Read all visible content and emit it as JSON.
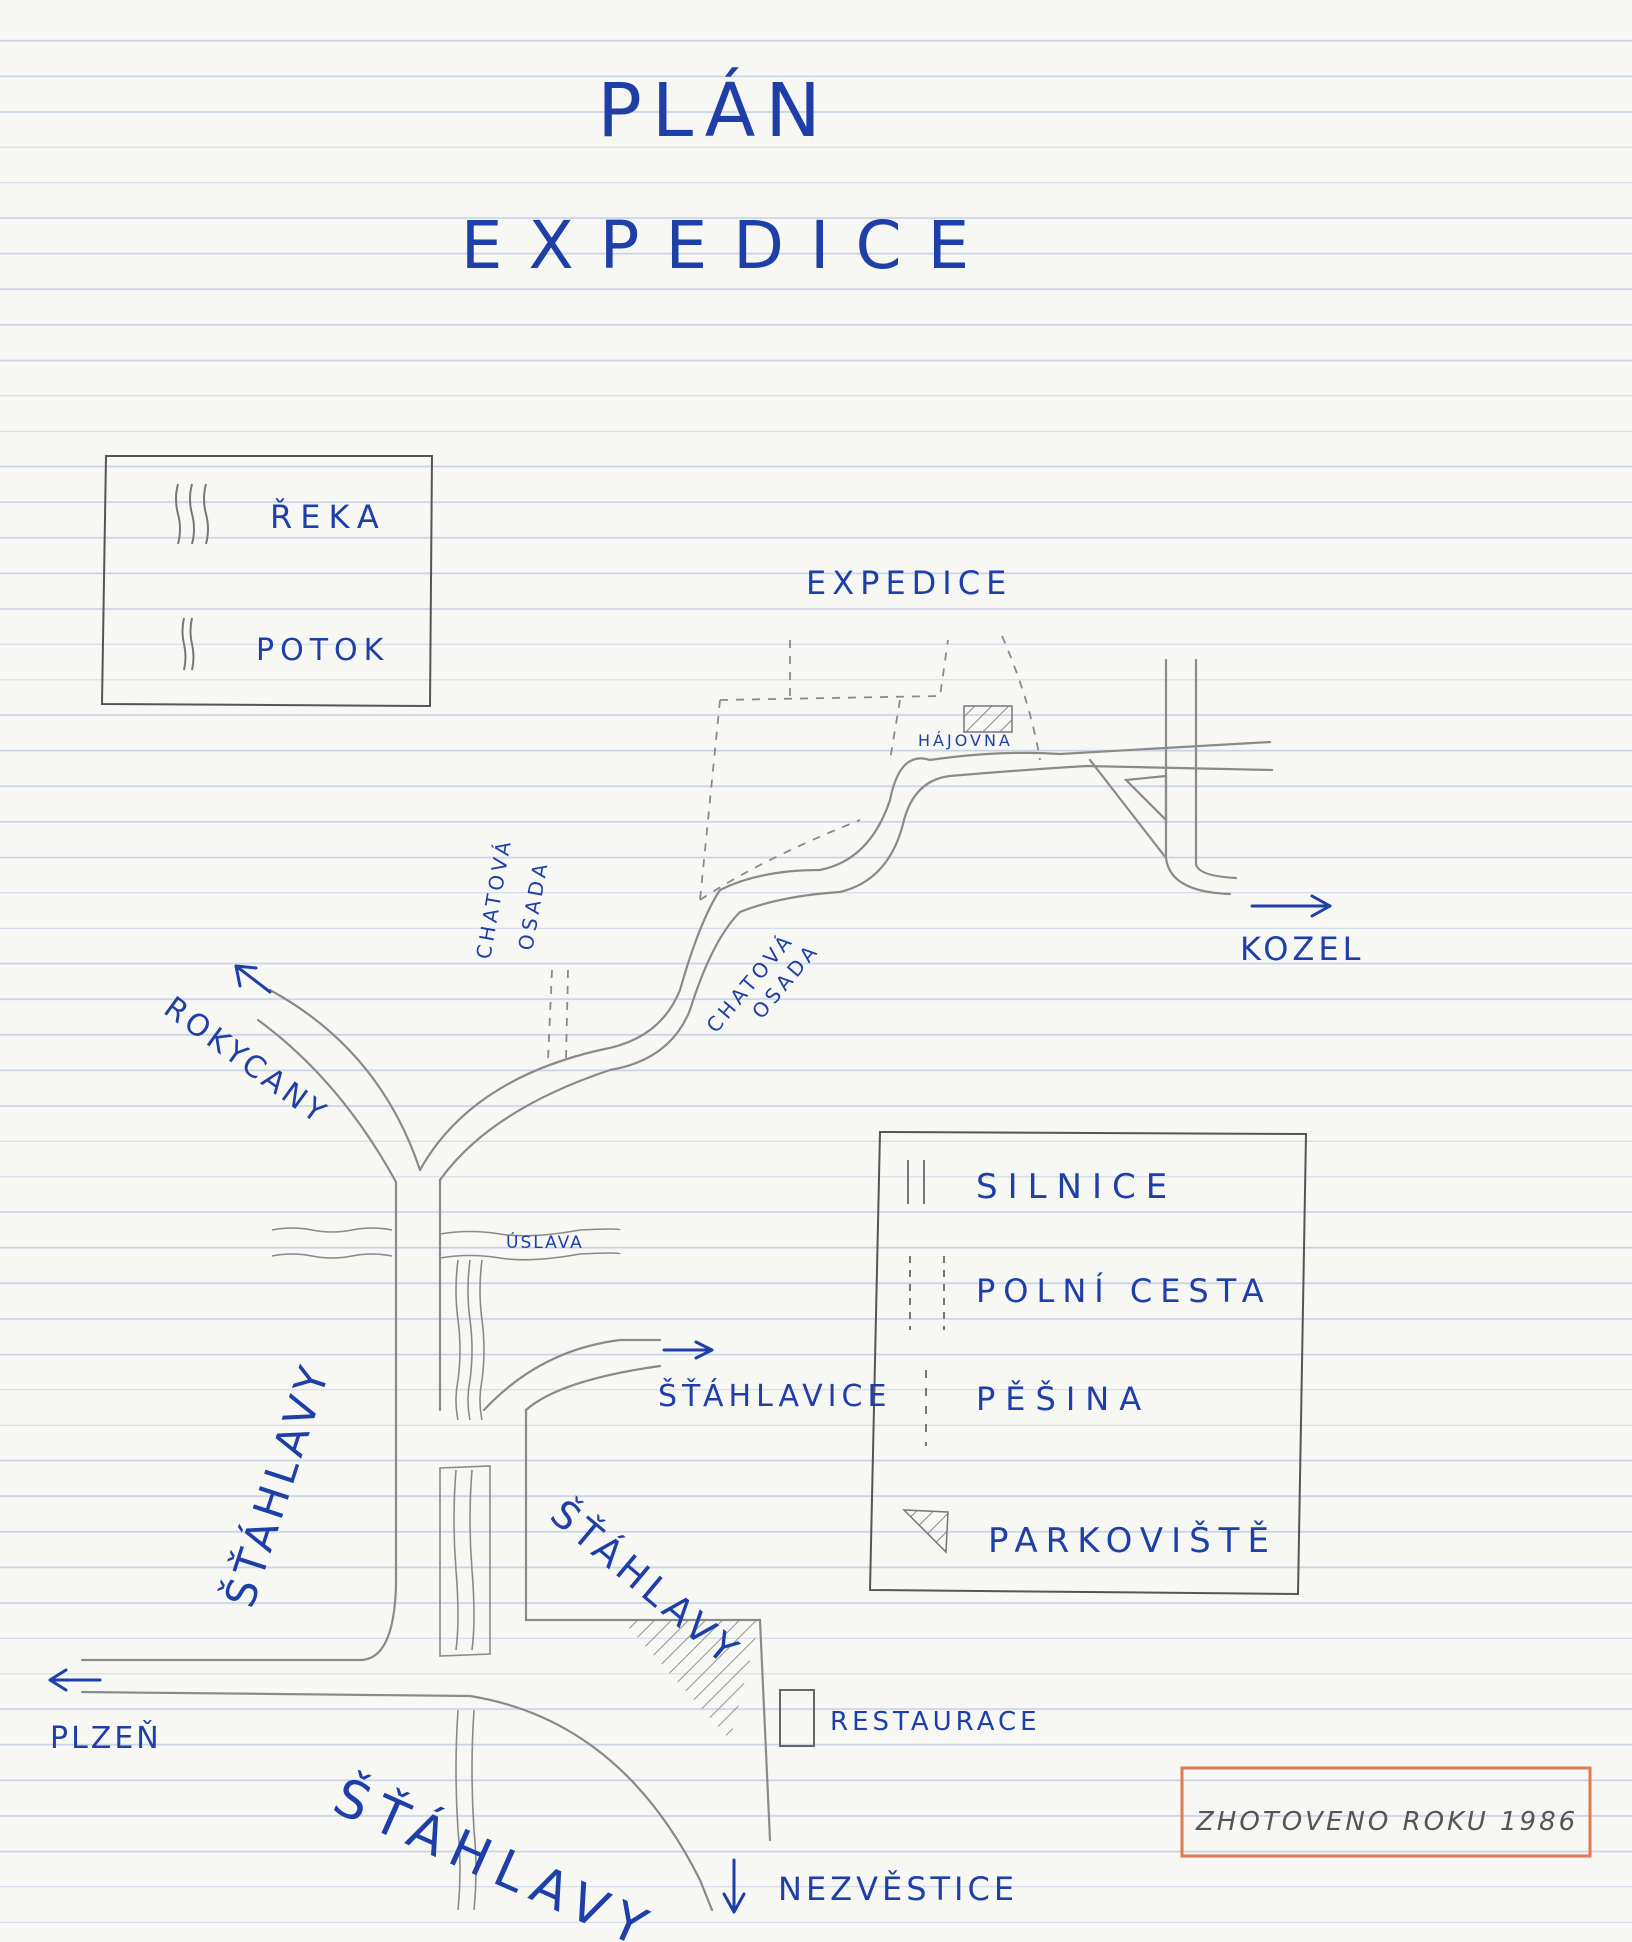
{
  "title": {
    "line1": "PLÁN",
    "line2": "EXPEDICE"
  },
  "legend_water": {
    "items": [
      {
        "label": "ŘEKA",
        "symbol": "river-symbol"
      },
      {
        "label": "POTOK",
        "symbol": "stream-symbol"
      }
    ]
  },
  "legend_paths": {
    "items": [
      {
        "label": "SILNICE",
        "symbol": "road-symbol"
      },
      {
        "label": "POLNÍ CESTA",
        "symbol": "field-path-symbol"
      },
      {
        "label": "PĚŠINA",
        "symbol": "footpath-symbol"
      },
      {
        "label": "PARKOVIŠTĚ",
        "symbol": "parking-symbol"
      }
    ]
  },
  "places": {
    "expedice": "EXPEDICE",
    "hajovna": "HÁJOVNA",
    "chatova_osada_1": {
      "line1": "CHATOVÁ",
      "line2": "OSADA"
    },
    "chatova_osada_2": {
      "line1": "CHATOVÁ",
      "line2": "OSADA"
    },
    "kozel": "KOZEL",
    "rokycany": "ROKYCANY",
    "uslava": "ÚSLAVA",
    "stahlavice": "ŠŤÁHLAVICE",
    "stahlavy_left": "ŠŤÁHLAVY",
    "stahlavy_right": "ŠŤÁHLAVY",
    "stahlavy_bottom": "ŠŤÁHLAVY",
    "plzen": "PLZEŇ",
    "restaurace": "RESTAURACE",
    "nezvestice": "NEZVĚSTICE"
  },
  "stamp": {
    "text": "ZHOTOVENO ROKU 1986"
  },
  "colors": {
    "ink": "#1e3ea8",
    "pencil": "#777777",
    "highlight": "#e07a55",
    "paper": "#f7f7f4",
    "ruling": "#c9d4e6"
  }
}
